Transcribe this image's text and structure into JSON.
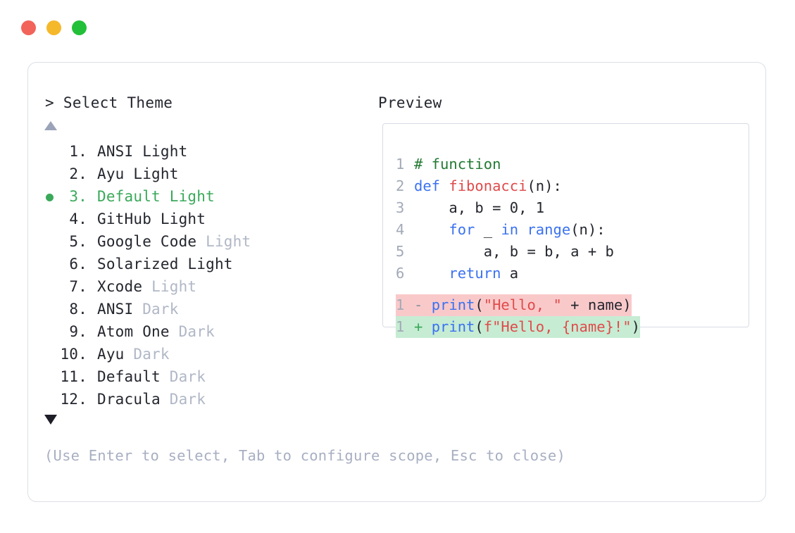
{
  "window": {
    "traffic_lights": [
      {
        "name": "close",
        "color": "#f2635a"
      },
      {
        "name": "minimize",
        "color": "#f5b82a"
      },
      {
        "name": "maximize",
        "color": "#22c038"
      }
    ]
  },
  "prompt": {
    "header": "> Select Theme",
    "preview_header": "Preview",
    "scroll_up_indicator": "▲",
    "scroll_down_indicator": "▼",
    "hint": "(Use Enter to select, Tab to configure scope, Esc to close)"
  },
  "themes": {
    "selected_index": 3,
    "items": [
      {
        "num": "1.",
        "name": "ANSI",
        "variant": "Light",
        "variant_muted": false,
        "selected": false
      },
      {
        "num": "2.",
        "name": "Ayu",
        "variant": "Light",
        "variant_muted": false,
        "selected": false
      },
      {
        "num": "3.",
        "name": "Default",
        "variant": "Light",
        "variant_muted": false,
        "selected": true
      },
      {
        "num": "4.",
        "name": "GitHub",
        "variant": "Light",
        "variant_muted": false,
        "selected": false
      },
      {
        "num": "5.",
        "name": "Google Code",
        "variant": "Light",
        "variant_muted": true,
        "selected": false
      },
      {
        "num": "6.",
        "name": "Solarized",
        "variant": "Light",
        "variant_muted": false,
        "selected": false
      },
      {
        "num": "7.",
        "name": "Xcode",
        "variant": "Light",
        "variant_muted": true,
        "selected": false
      },
      {
        "num": "8.",
        "name": "ANSI",
        "variant": "Dark",
        "variant_muted": true,
        "selected": false
      },
      {
        "num": "9.",
        "name": "Atom One",
        "variant": "Dark",
        "variant_muted": true,
        "selected": false
      },
      {
        "num": "10.",
        "name": "Ayu",
        "variant": "Dark",
        "variant_muted": true,
        "selected": false
      },
      {
        "num": "11.",
        "name": "Default",
        "variant": "Dark",
        "variant_muted": true,
        "selected": false
      },
      {
        "num": "12.",
        "name": "Dracula",
        "variant": "Dark",
        "variant_muted": true,
        "selected": false
      }
    ]
  },
  "preview": {
    "code_lines": [
      {
        "n": "1",
        "tokens": [
          {
            "t": "# function",
            "c": "comment"
          }
        ]
      },
      {
        "n": "2",
        "tokens": [
          {
            "t": "def ",
            "c": "kw"
          },
          {
            "t": "fibonacci",
            "c": "fn"
          },
          {
            "t": "(n):",
            "c": "punc"
          }
        ]
      },
      {
        "n": "3",
        "tokens": [
          {
            "t": "    a, b = 0, 1",
            "c": "plain"
          }
        ]
      },
      {
        "n": "4",
        "tokens": [
          {
            "t": "    ",
            "c": "plain"
          },
          {
            "t": "for",
            "c": "kw"
          },
          {
            "t": " _ ",
            "c": "plain"
          },
          {
            "t": "in",
            "c": "kw"
          },
          {
            "t": " ",
            "c": "plain"
          },
          {
            "t": "range",
            "c": "kw"
          },
          {
            "t": "(n):",
            "c": "punc"
          }
        ]
      },
      {
        "n": "5",
        "tokens": [
          {
            "t": "        a, b = b, a + b",
            "c": "plain"
          }
        ]
      },
      {
        "n": "6",
        "tokens": [
          {
            "t": "    ",
            "c": "plain"
          },
          {
            "t": "return",
            "c": "kw"
          },
          {
            "t": " a",
            "c": "plain"
          }
        ]
      }
    ],
    "diff_lines": [
      {
        "n": "1",
        "marker": "-",
        "kind": "minus",
        "tokens": [
          {
            "t": "print",
            "c": "kw"
          },
          {
            "t": "(",
            "c": "punc"
          },
          {
            "t": "\"Hello, \"",
            "c": "str"
          },
          {
            "t": " + name)",
            "c": "plain"
          }
        ]
      },
      {
        "n": "1",
        "marker": "+",
        "kind": "plus",
        "tokens": [
          {
            "t": "print",
            "c": "kw"
          },
          {
            "t": "(",
            "c": "punc"
          },
          {
            "t": "f\"Hello, {name}!\"",
            "c": "str"
          },
          {
            "t": ")",
            "c": "punc"
          }
        ]
      }
    ]
  },
  "colors": {
    "accent_green": "#3aa95a",
    "muted_text": "#b0b7c6",
    "body_text": "#24262e",
    "diff_minus_bg": "#f9c9ca",
    "diff_plus_bg": "#c6ecd3",
    "card_border": "#dcdfe6",
    "preview_border": "#d7dbe4"
  }
}
